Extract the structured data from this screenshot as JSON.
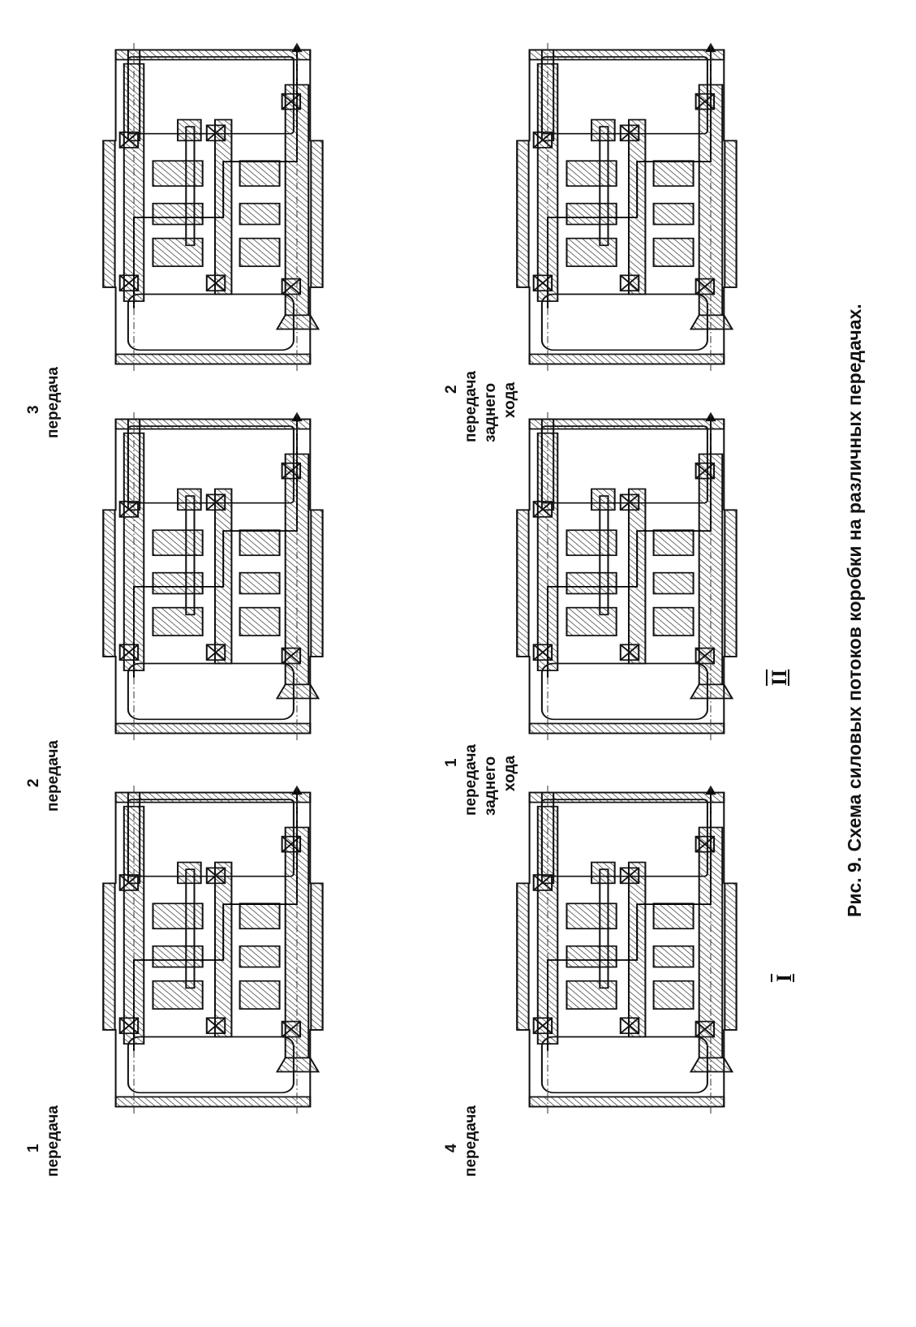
{
  "caption": "Рис. 9. Схема силовых потоков коробки на различных передачах.",
  "panels": [
    {
      "number": "1",
      "line1": "передача",
      "line2": "",
      "line3": ""
    },
    {
      "number": "2",
      "line1": "передача",
      "line2": "",
      "line3": ""
    },
    {
      "number": "3",
      "line1": "передача",
      "line2": "",
      "line3": ""
    },
    {
      "number": "4",
      "line1": "передача",
      "line2": "",
      "line3": ""
    },
    {
      "number": "1",
      "line1": "передача",
      "line2": "заднего",
      "line3": "хода"
    },
    {
      "number": "2",
      "line1": "передача",
      "line2": "заднего",
      "line3": "хода"
    }
  ],
  "marks": {
    "roman_one": "I",
    "roman_two": "II"
  }
}
